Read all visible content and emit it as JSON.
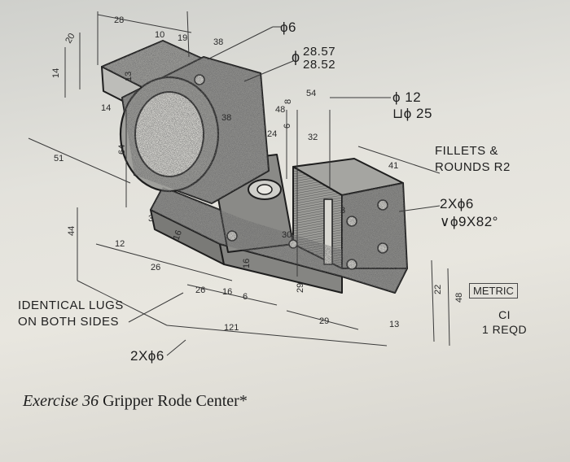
{
  "drawing": {
    "callouts": {
      "hole_small": "ϕ6",
      "bore_upper": "28.57",
      "bore_lower": "28.52",
      "cbore_hole": "ϕ 12",
      "cbore_dia": "⊔ϕ 25",
      "fillets_line1": "FILLETS &",
      "fillets_line2": "ROUNDS R2",
      "csink_qty": "2Xϕ6",
      "csink_spec": "∨ϕ9X82°",
      "lugs_line1": "IDENTICAL LUGS",
      "lugs_line2": "ON BOTH SIDES",
      "bottom_holes": "2Xϕ6"
    },
    "notes": {
      "units": "METRIC",
      "material": "CI",
      "quantity": "1 REQD"
    },
    "dims": {
      "d28": "28",
      "d10": "10",
      "d19": "19",
      "d38a": "38",
      "d20": "20",
      "d14a": "14",
      "d13a": "13",
      "d14b": "14",
      "d38b": "38",
      "d48a": "48",
      "d8": "8",
      "d54": "54",
      "d24": "24",
      "d6": "6",
      "d32": "32",
      "d64": "64",
      "d51": "51",
      "d41": "41",
      "d3a": "3",
      "d3b": "3",
      "d44": "44",
      "d16a": "16",
      "d12a": "12",
      "d26a": "26",
      "d16b": "16",
      "d26b": "26",
      "d16c": "16",
      "d6b": "6",
      "d30": "30",
      "d29a": "29",
      "d29b": "29",
      "d121": "121",
      "d13b": "13",
      "d22": "22",
      "d48b": "48"
    }
  },
  "caption": {
    "exercise": "Exercise 36",
    "title": "Gripper Rode Center*"
  }
}
